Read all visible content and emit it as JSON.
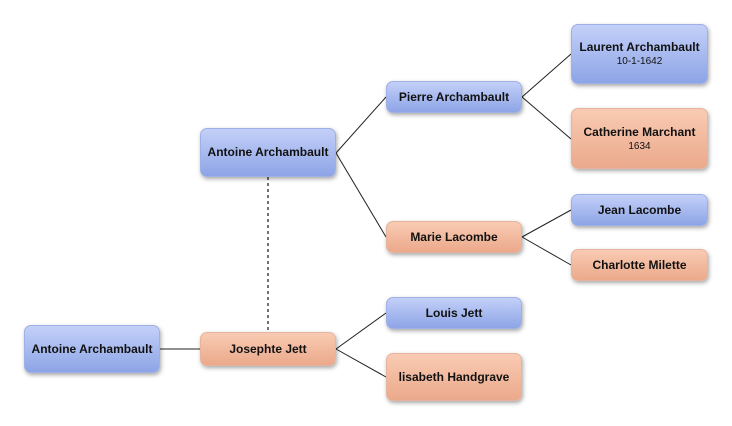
{
  "colors": {
    "male_box": "#a9baf0",
    "female_box": "#f2b99e",
    "connector": "#222222"
  },
  "people": {
    "root_antoine": {
      "name": "Antoine Archambault"
    },
    "josephte": {
      "name": "Josephte Jett"
    },
    "father_antoine": {
      "name": "Antoine Archambault"
    },
    "pierre": {
      "name": "Pierre Archambault"
    },
    "marie": {
      "name": "Marie Lacombe"
    },
    "laurent": {
      "name": "Laurent Archambault",
      "date": "10-1-1642"
    },
    "catherine": {
      "name": "Catherine Marchant",
      "date": "1634"
    },
    "jean": {
      "name": "Jean Lacombe"
    },
    "charlotte": {
      "name": "Charlotte Milette"
    },
    "louis": {
      "name": "Louis Jett"
    },
    "lisabeth": {
      "name": "lisabeth Handgrave"
    }
  }
}
